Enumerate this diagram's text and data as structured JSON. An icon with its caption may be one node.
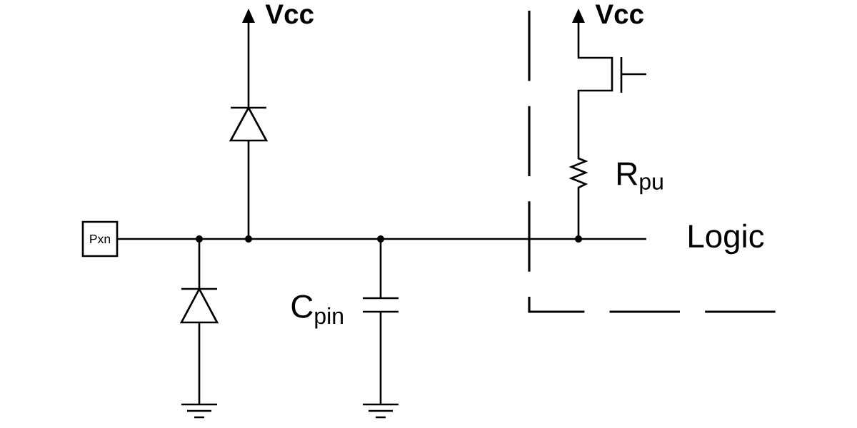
{
  "diagram": {
    "nodes": [
      {
        "text": [
          "Pxn"
        ]
      }
    ],
    "labels": [
      "Vcc",
      "Vcc",
      "R$_{pu}$",
      "Logic",
      "C$_{pin}$"
    ]
  }
}
